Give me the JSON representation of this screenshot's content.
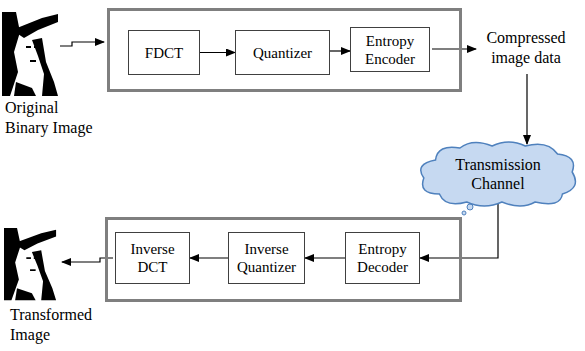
{
  "diagram": {
    "nodes": [
      {
        "text": []
      },
      {
        "text": [
          "FDCT"
        ],
        "in": 0
      },
      {
        "text": [
          "Quantizer"
        ],
        "in": 0
      },
      {
        "text": [
          "Entropy Encoder"
        ],
        "in": 0
      },
      {
        "text": [
          "Transmission Channel"
        ]
      },
      {
        "text": []
      },
      {
        "text": [
          "Inverse DCT"
        ],
        "in": 5
      },
      {
        "text": [
          "Inverse Quantizer"
        ],
        "in": 5
      },
      {
        "text": [
          "Entropy Decoder"
        ],
        "in": 5
      }
    ],
    "edges": [
      {
        "from": 1,
        "to": 2,
        "arrow": "to"
      },
      {
        "from": 2,
        "to": 3,
        "arrow": "to"
      },
      {
        "from": 4,
        "to": 8,
        "arrow": "to"
      },
      {
        "from": 8,
        "to": 7,
        "arrow": "to"
      },
      {
        "from": 7,
        "to": 6,
        "arrow": "to"
      }
    ],
    "labels": [
      "Original Binary Image",
      "Compressed image data",
      "Transformed Image"
    ]
  }
}
